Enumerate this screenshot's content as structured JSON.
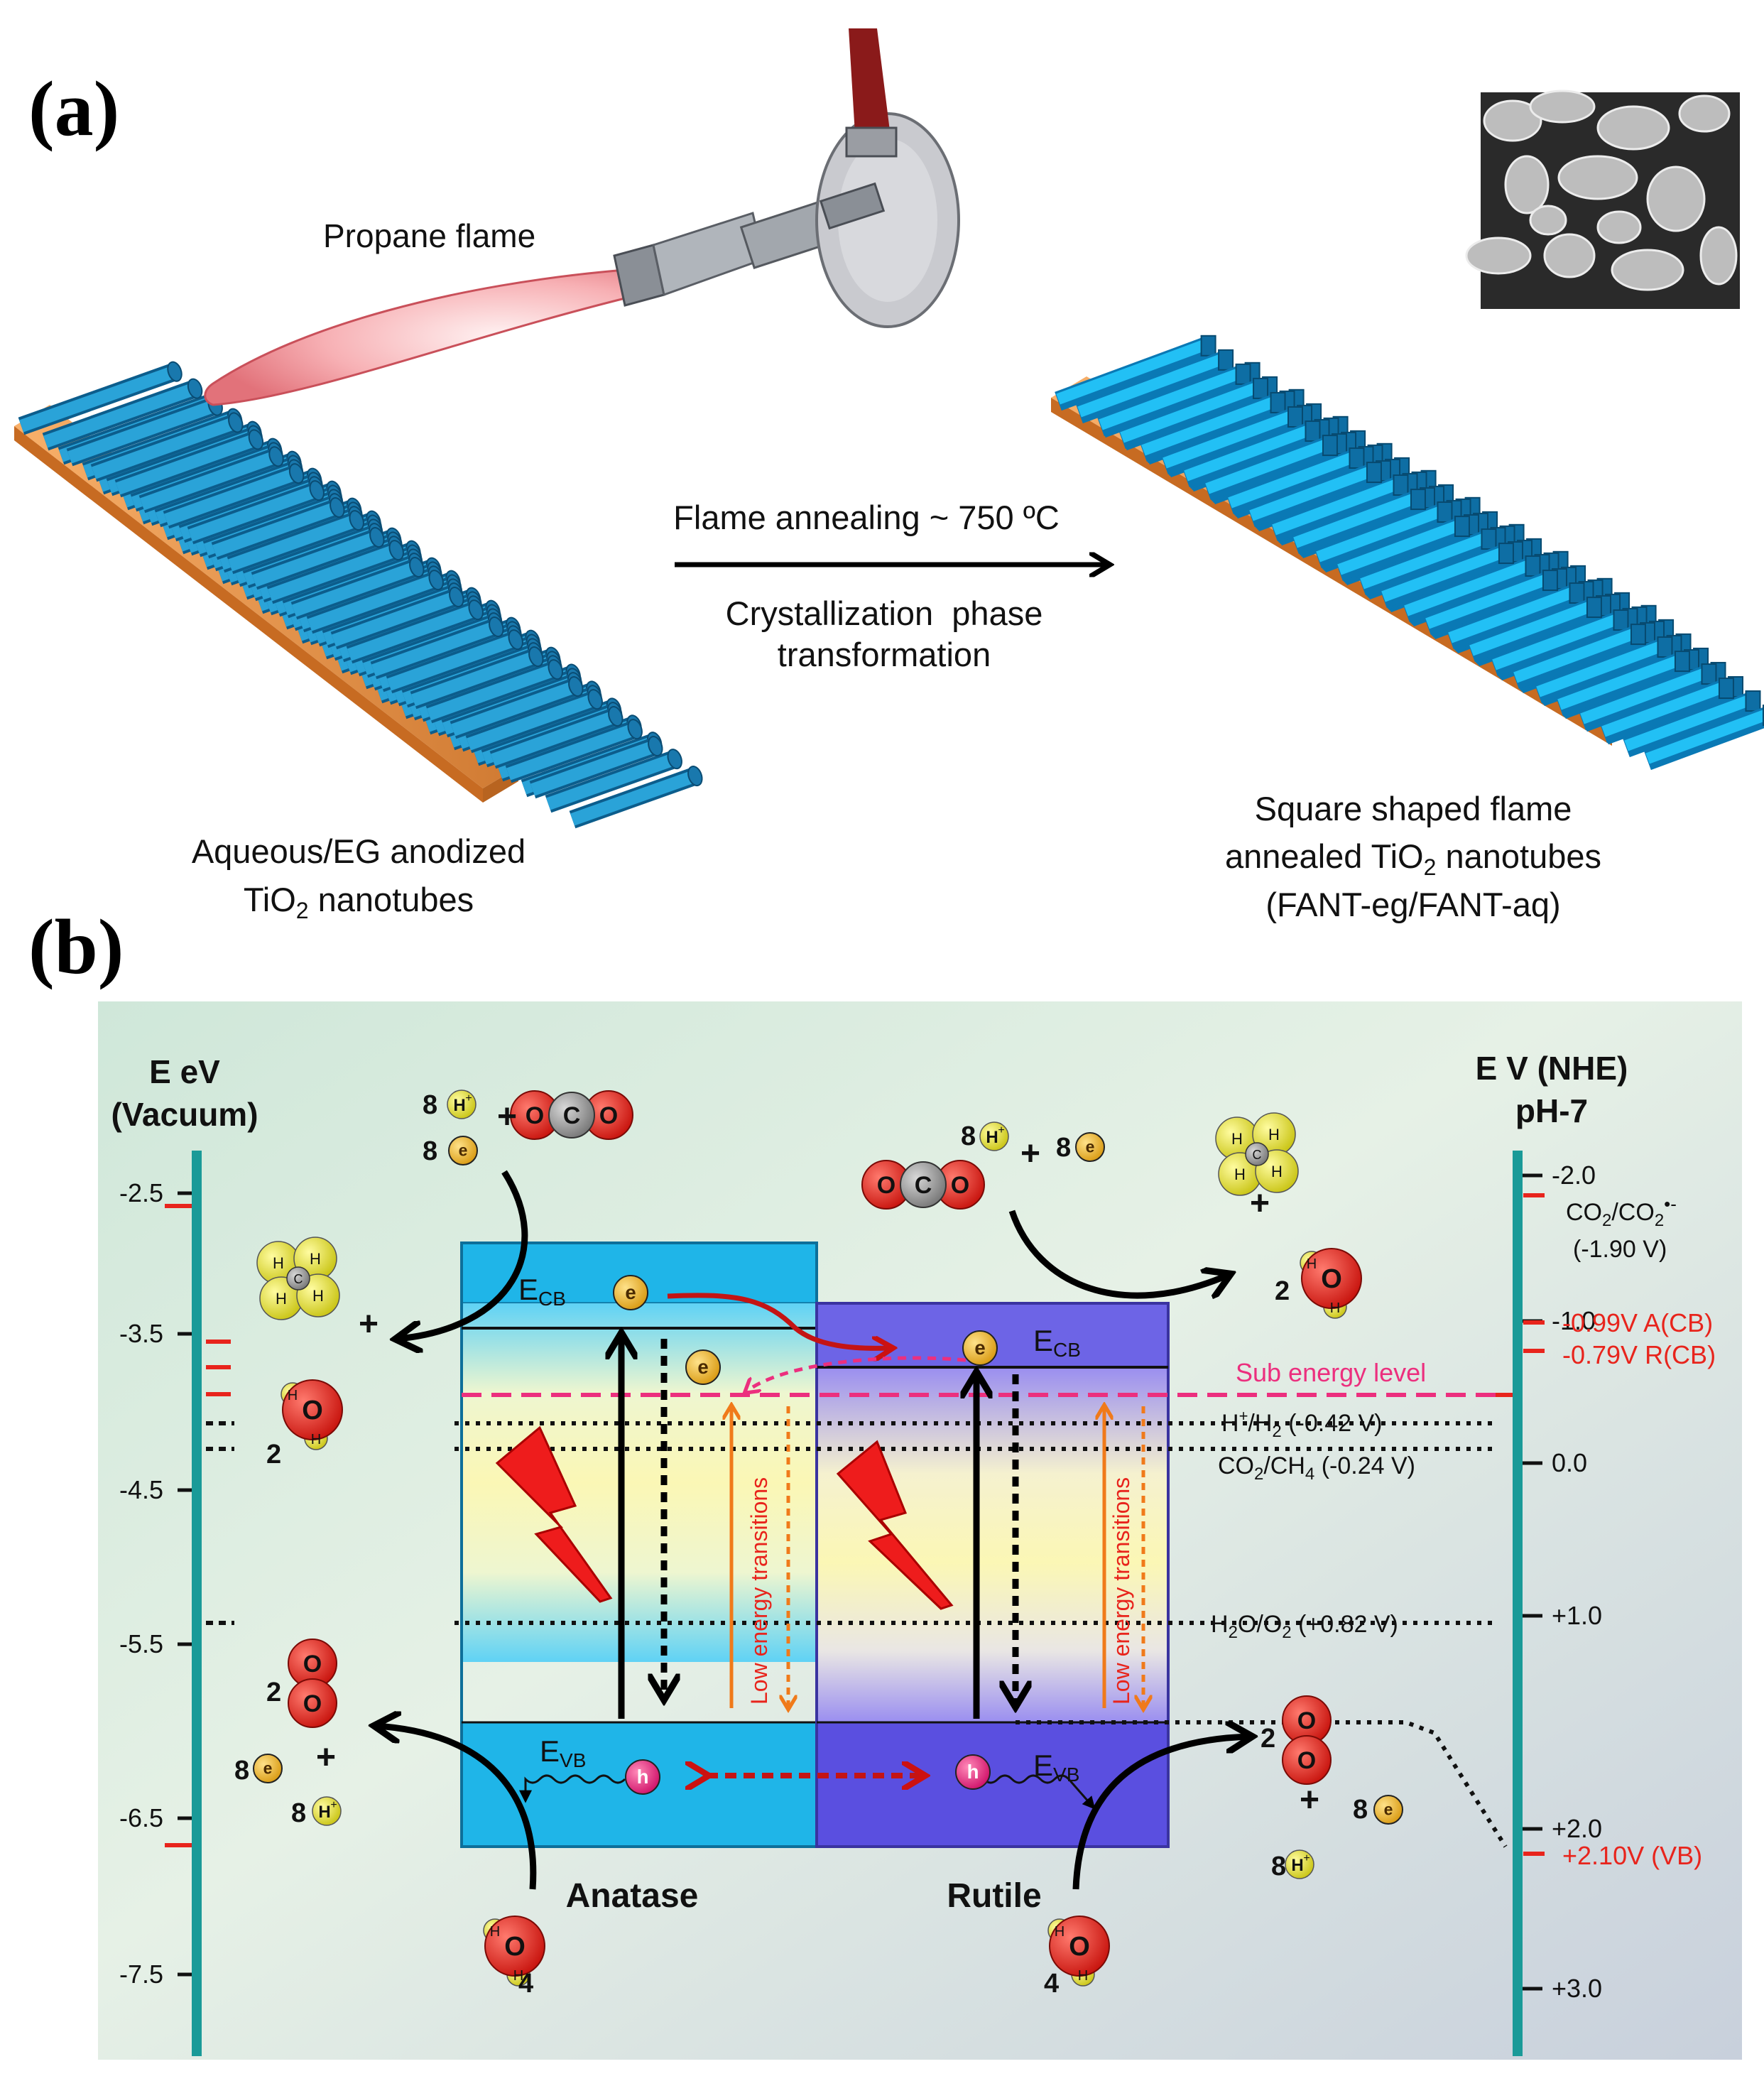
{
  "panel_a": {
    "label": "(a)",
    "flame_label": "Propane flame",
    "arrow_top": "Flame annealing ~ 750 ºC",
    "arrow_bottom_line1": "Crystallization  phase",
    "arrow_bottom_line2": "transformation",
    "left_caption_line1": "Aqueous/EG anodized",
    "left_caption_line2_pre": "TiO",
    "left_caption_line2_sub": "2",
    "left_caption_line2_post": " nanotubes",
    "right_caption_line1": "Square shaped flame",
    "right_caption_line2_pre": "annealed TiO",
    "right_caption_line2_sub": "2",
    "right_caption_line2_post": " nanotubes",
    "right_caption_line3": "(FANT-eg/FANT-aq)"
  },
  "panel_b": {
    "label": "(b)",
    "left_axis_title_1": "E eV",
    "left_axis_title_2": "(Vacuum)",
    "left_ticks": [
      "-2.5",
      "-3.5",
      "-4.5",
      "-5.5",
      "-6.5",
      "-7.5"
    ],
    "right_axis_title_1": "E V (NHE)",
    "right_axis_title_2": "pH-7",
    "right_ticks": [
      "-2.0",
      "-1.0",
      "0.0",
      "+1.0",
      "+2.0",
      "+3.0"
    ],
    "right_red_1": "-0.99V A(CB)",
    "right_red_2": "-0.79V R(CB)",
    "right_red_3": "+2.10V (VB)",
    "co2_radical_pre": "CO",
    "co2_radical_sub": "2",
    "co2_radical_mid": "/CO",
    "co2_radical_sub2": "2",
    "co2_radical_sup": "•-",
    "co2_radical_value": "(-1.90 V)",
    "sub_energy_level": "Sub energy level",
    "hh2_pre": "H",
    "hh2_sup": "+",
    "hh2_mid": "/H",
    "hh2_sub": "2",
    "hh2_post": " (-0.42 V)",
    "co2ch4_pre": "CO",
    "co2ch4_sub": "2",
    "co2ch4_mid": "/CH",
    "co2ch4_sub2": "4",
    "co2ch4_post": " (-0.24 V)",
    "h2oo2_pre": "H",
    "h2oo2_sub": "2",
    "h2oo2_mid": "O/O",
    "h2oo2_sub2": "2",
    "h2oo2_post": " (+0.82 V)",
    "ecb": "E",
    "ecb_sub": "CB",
    "evb": "E",
    "evb_sub": "VB",
    "anatase": "Anatase",
    "rutile": "Rutile",
    "low_energy": "Low energy transitions",
    "e_symbol": "e",
    "h_symbol": "h",
    "h_atom": "H",
    "h_plus": "+",
    "o_atom": "O",
    "c_atom": "C",
    "plus_sign": "+",
    "coef_8": "8",
    "coef_2": "2",
    "coef_4": "4",
    "colors": {
      "anatase": "#1aaee0",
      "rutile": "#5a4fe0",
      "axis": "#1a9a98",
      "red_text": "#e8241c",
      "sub_level": "#ec2f7e",
      "orange": "#f07a1a"
    }
  }
}
